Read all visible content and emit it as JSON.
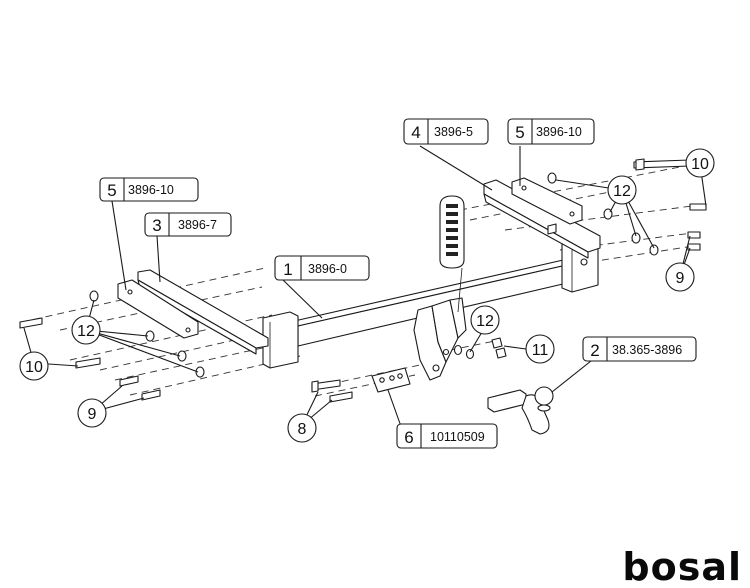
{
  "parts": [
    {
      "num": "1",
      "code": "3896-0"
    },
    {
      "num": "2",
      "code": "38.365-3896"
    },
    {
      "num": "3",
      "code": "3896-7"
    },
    {
      "num": "4",
      "code": "3896-5"
    },
    {
      "num": "5",
      "code": "3896-10"
    },
    {
      "num": "5",
      "code": "3896-10"
    },
    {
      "num": "6",
      "code": "10110509"
    }
  ],
  "callouts": {
    "c8": "8",
    "c9_left": "9",
    "c9_right": "9",
    "c10_left": "10",
    "c10_right": "10",
    "c11": "11",
    "c12_left": "12",
    "c12_center": "12",
    "c12_right": "12"
  },
  "brand": "bosal"
}
